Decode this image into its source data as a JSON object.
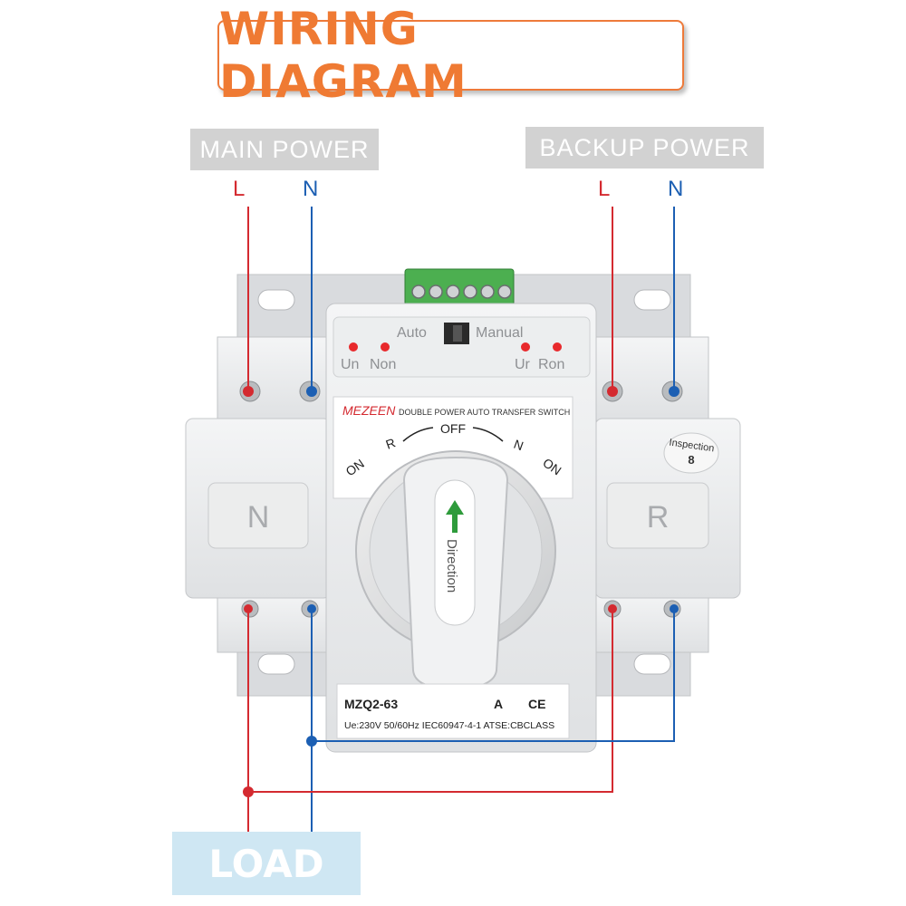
{
  "title": "WIRING DIAGRAM",
  "main_power": {
    "label": "MAIN POWER",
    "l": "L",
    "n": "N"
  },
  "backup_power": {
    "label": "BACKUP POWER",
    "l": "L",
    "n": "N"
  },
  "load": "LOAD",
  "device": {
    "mode_auto": "Auto",
    "mode_manual": "Manual",
    "led_un": "Un",
    "led_non": "Non",
    "led_ur": "Ur",
    "led_ron": "Ron",
    "brand": "MEZEEN",
    "product": "DOUBLE POWER AUTO TRANSFER SWITCH",
    "pos_off": "OFF",
    "pos_r": "R",
    "pos_n": "N",
    "pos_on_left": "ON",
    "pos_on_right": "ON",
    "handle_text": "Direction",
    "side_left": "N",
    "side_right": "R",
    "inspection": "Inspection",
    "inspection_no": "8",
    "model_left": "MZQ2-63",
    "model_right": "A",
    "ce": "CE",
    "specs": "Ue:230V  50/60Hz  IEC60947-4-1  ATSE:CBCLASS"
  },
  "colors": {
    "accent": "#ef7a33",
    "line_live": "#d42a30",
    "line_neutral": "#1c5fb3",
    "label_bg": "#d2d2d2",
    "load_bg": "#cfe7f3"
  }
}
